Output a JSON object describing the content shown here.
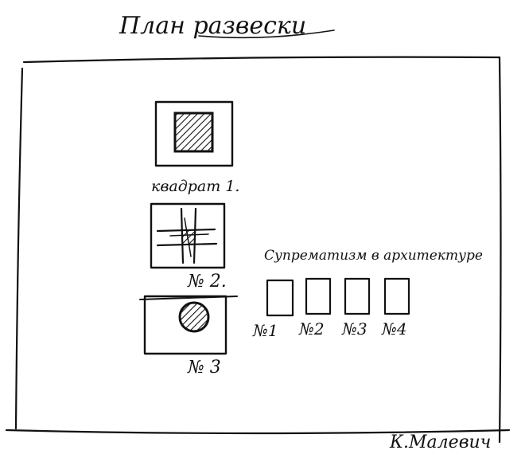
{
  "title": "План развески",
  "left_column": {
    "items": [
      {
        "label": "квадрат 1."
      },
      {
        "label": "№ 2."
      },
      {
        "label": "№ 3"
      }
    ]
  },
  "right_group": {
    "heading": "Супрематизм в архитектуре",
    "items": [
      {
        "label": "№1"
      },
      {
        "label": "№2"
      },
      {
        "label": "№3"
      },
      {
        "label": "№4"
      }
    ]
  },
  "signature": "К.Малевич",
  "colors": {
    "ink": "#111111",
    "paper": "#ffffff"
  }
}
